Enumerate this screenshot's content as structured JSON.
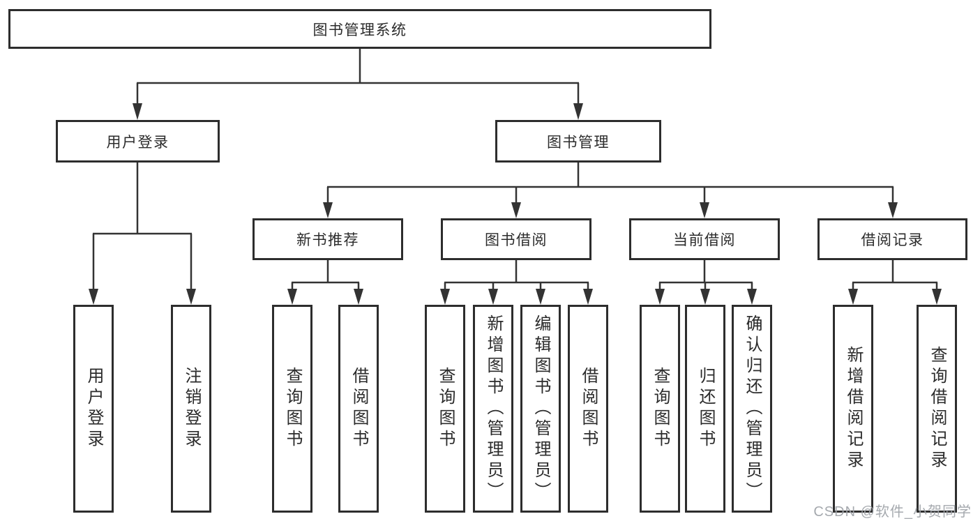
{
  "diagram": {
    "tree": {
      "root": {
        "label": "图书管理系统"
      },
      "children": [
        {
          "label": "用户登录",
          "children": [
            {
              "label": "用户登录"
            },
            {
              "label": "注销登录"
            }
          ]
        },
        {
          "label": "图书管理",
          "children": [
            {
              "label": "新书推荐",
              "children": [
                {
                  "label": "查询图书"
                },
                {
                  "label": "借阅图书"
                }
              ]
            },
            {
              "label": "图书借阅",
              "children": [
                {
                  "label": "查询图书"
                },
                {
                  "label": "新增图书（管理员）"
                },
                {
                  "label": "编辑图书（管理员）"
                },
                {
                  "label": "借阅图书"
                }
              ]
            },
            {
              "label": "当前借阅",
              "children": [
                {
                  "label": "查询图书"
                },
                {
                  "label": "归还图书"
                },
                {
                  "label": "确认归还（管理员）"
                }
              ]
            },
            {
              "label": "借阅记录",
              "children": [
                {
                  "label": "新增借阅记录"
                },
                {
                  "label": "查询借阅记录"
                }
              ]
            }
          ]
        }
      ]
    },
    "watermark": "CSDN @软件_小贺同学",
    "colors": {
      "line": "#333333",
      "box_border": "#2d2d2d",
      "text": "#2b2b2b",
      "watermark": "#a0a4aa",
      "background": "#ffffff"
    }
  }
}
